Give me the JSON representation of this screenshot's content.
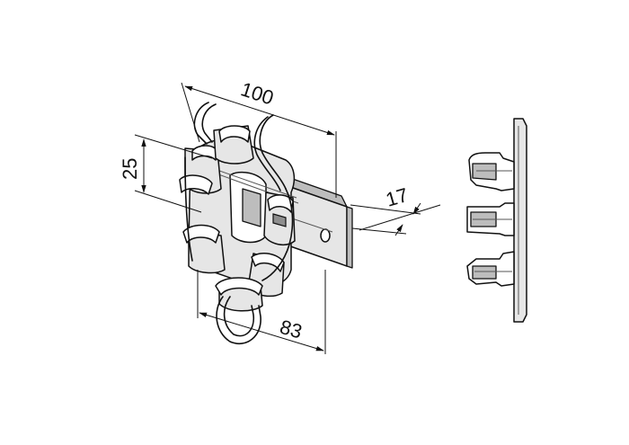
{
  "dimensions": {
    "width_label": "100",
    "height_label": "25",
    "thickness_label": "17",
    "depth_label": "83"
  }
}
